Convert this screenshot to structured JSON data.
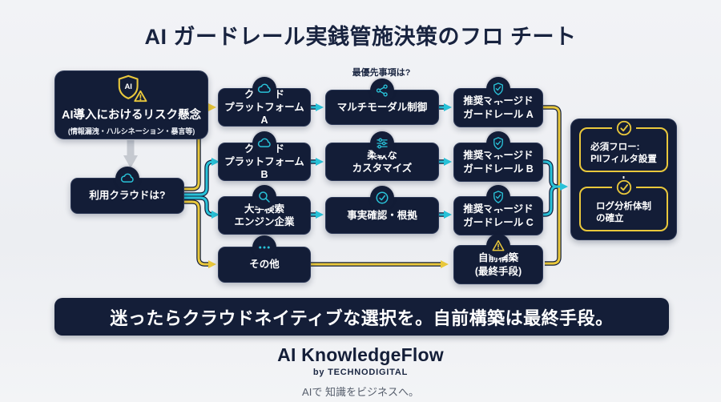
{
  "title": "AI ガードレール実銭管施決策のフロ チート",
  "colors": {
    "navy": "#131d37",
    "cyan": "#29c2d8",
    "yellow": "#e9c83c",
    "gray_arrow": "#c5c9d0",
    "background": "#eef0f3"
  },
  "risk_node": {
    "icon": "ai-shield-warning-icon",
    "line1": "AI導入におけるリスク懸念",
    "line2": "(情報漏洩・ハルシネーション・暴言等)"
  },
  "question_node": {
    "icon": "cloud-icon",
    "label": "利用クラウドは?"
  },
  "priority_label": "最優先事項は?",
  "providers": [
    {
      "icon": "cloud-icon",
      "label": "クラウド\nプラットフォーム A"
    },
    {
      "icon": "cloud-icon",
      "label": "クラウド\nプラットフォーム B"
    },
    {
      "icon": "search-icon",
      "label": "大手検索\nエンジン企業"
    },
    {
      "icon": "ellipsis-icon",
      "label": "その他"
    }
  ],
  "priorities": [
    {
      "icon": "share-nodes-icon",
      "label": "マルチモーダル制御"
    },
    {
      "icon": "sliders-icon",
      "label": "柔軟な\nカスタマイズ"
    },
    {
      "icon": "check-circle-icon",
      "label": "事実確認・根拠"
    }
  ],
  "recommendations": [
    {
      "icon": "shield-check-icon",
      "label": "推奨マネージド\nガードレール A"
    },
    {
      "icon": "shield-check-icon",
      "label": "推奨マネージド\nガードレール B"
    },
    {
      "icon": "shield-check-icon",
      "label": "推奨マネージド\nガードレール C"
    },
    {
      "icon": "warning-triangle-icon",
      "label": "自前構築\n(最終手段)"
    }
  ],
  "mandatory_flow": {
    "plus": "+",
    "items": [
      {
        "icon": "check-circle-icon",
        "label": "必須フロー:\nPIIフィルタ設置"
      },
      {
        "icon": "check-circle-icon",
        "label": "ログ分析体制\nの確立"
      }
    ]
  },
  "banner": "迷ったらクラウドネイティブな選択を。自前構築は最終手段。",
  "footer": {
    "brand": "AI KnowledgeFlow",
    "byline": "by TECHNODIGITAL",
    "tagline": "AIで 知識をビジネスへ。"
  }
}
